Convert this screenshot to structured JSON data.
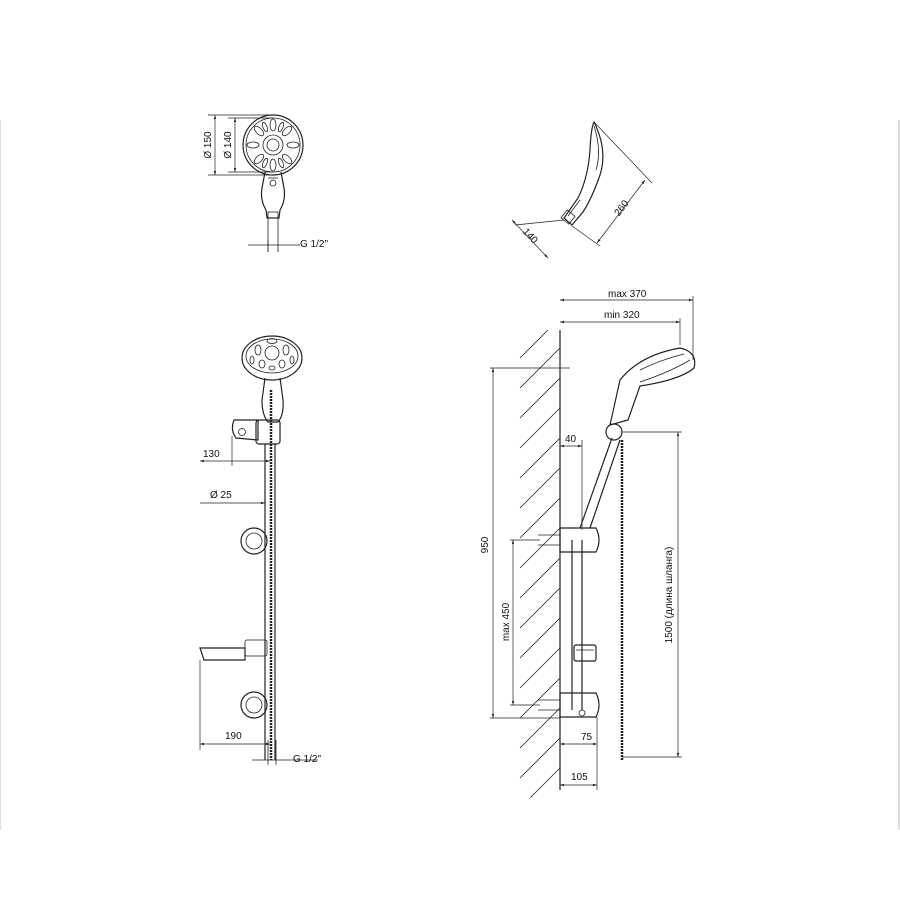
{
  "dimensions": {
    "head_outer_diameter": "Ø 150",
    "head_inner_diameter": "Ø 140",
    "thread_top": "G 1/2\"",
    "handset_width": "140",
    "handset_length": "260",
    "max_reach": "max 370",
    "min_reach": "min 320",
    "holder_offset": "40",
    "rail_length": "950",
    "hose_length": "1500 (длина шланга)",
    "bracket_spacing": "max 450",
    "bracket_depth": "75",
    "wall_depth": "105",
    "holder_height": "130",
    "rail_diameter": "Ø 25",
    "soap_dish_width": "190",
    "thread_bottom": "G 1/2\""
  }
}
